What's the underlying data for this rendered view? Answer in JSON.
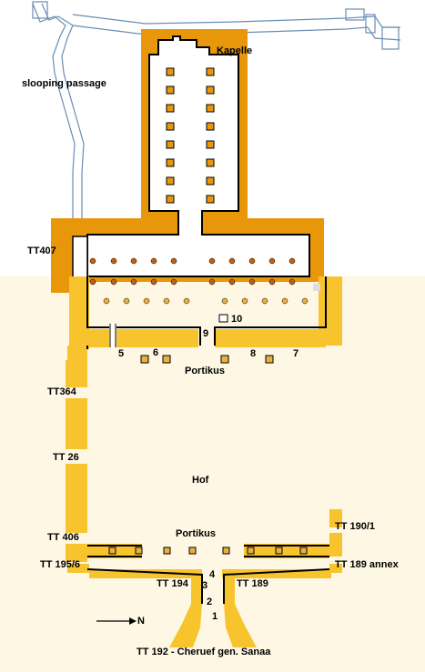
{
  "labels": {
    "kapelle": "Kapelle",
    "slooping_passage": "slooping passage",
    "tt407": "TT407",
    "tt364": "TT364",
    "tt26": "TT 26",
    "tt406": "TT 406",
    "tt195": "TT 195/6",
    "tt194": "TT 194",
    "tt189": "TT 189",
    "tt190": "TT 190/1",
    "tt189_annex": "TT 189 annex",
    "portikus_upper": "Portikus",
    "portikus_lower": "Portikus",
    "hof": "Hof",
    "north": "N",
    "caption": "TT 192 - Cheruef gen. Sanaa"
  },
  "numbers": {
    "n1": "1",
    "n2": "2",
    "n3": "3",
    "n4": "4",
    "n5": "5",
    "n6": "6",
    "n7": "7",
    "n8": "8",
    "n9": "9",
    "n10": "10"
  },
  "colors": {
    "cream_ground": "#fdf7e3",
    "rock_orange": "#e8960a",
    "wall_yellow": "#f8c42e",
    "pillar_brown": "#c06010",
    "pillar_tan": "#e8b040",
    "passage_blue": "#6a8cb4"
  }
}
